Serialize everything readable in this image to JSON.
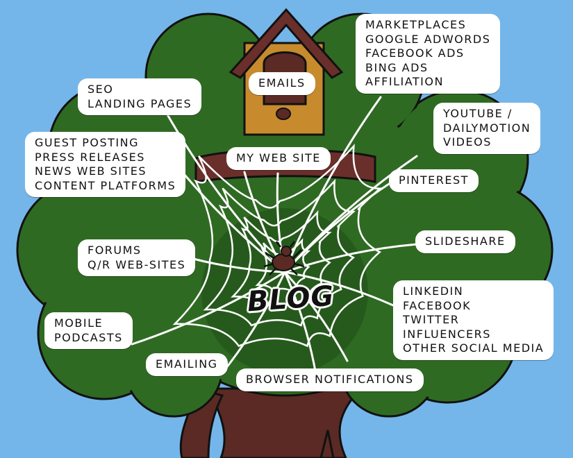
{
  "center_label": "BLOG",
  "nodes": {
    "emails": [
      "EMAILS"
    ],
    "my_web_site": [
      "MY WEB SITE"
    ],
    "seo": [
      "SEO",
      "LANDING PAGES"
    ],
    "guest": [
      "GUEST POSTING",
      "PRESS RELEASES",
      "NEWS WEB SITES",
      "CONTENT PLATFORMS"
    ],
    "forums": [
      "FORUMS",
      "Q/R WEB-SITES"
    ],
    "mobile": [
      "MOBILE",
      "PODCASTS"
    ],
    "emailing": [
      "EMAILING"
    ],
    "browser": [
      "BROWSER NOTIFICATIONS"
    ],
    "marketplaces": [
      "MARKETPLACES",
      "GOOGLE ADWORDS",
      "FACEBOOK ADS",
      "BING ADS",
      "AFFILIATION"
    ],
    "youtube": [
      "YOUTUBE /",
      "DAILYMOTION",
      "VIDEOS"
    ],
    "pinterest": [
      "PINTEREST"
    ],
    "slideshare": [
      "SLIDESHARE"
    ],
    "social": [
      "LINKEDIN",
      "FACEBOOK",
      "TWITTER",
      "INFLUENCERS",
      "OTHER SOCIAL MEDIA"
    ]
  },
  "colors": {
    "sky": "#74b6ea",
    "foliage": "#2f6a23",
    "trunk": "#5b2a24",
    "house": "#c78a2c",
    "web": "#ffffff"
  }
}
